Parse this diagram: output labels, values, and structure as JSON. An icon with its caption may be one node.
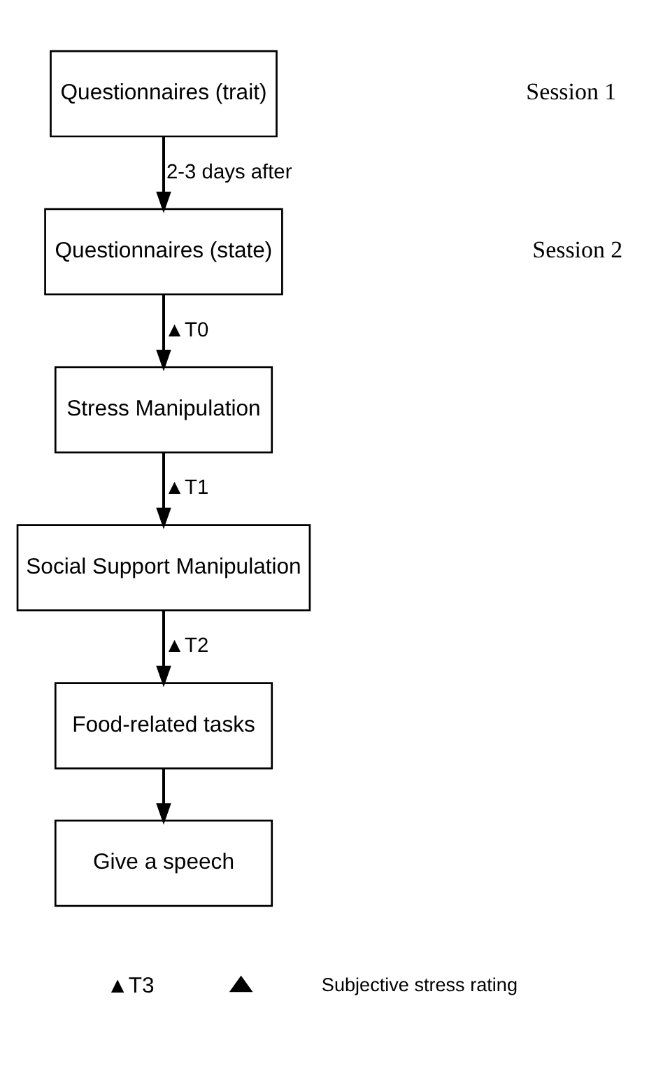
{
  "diagram": {
    "nodes": [
      {
        "text": [
          "Questionnaires (trait)"
        ]
      },
      {
        "text": [
          "Questionnaires (state)"
        ]
      },
      {
        "text": [
          "Stress Manipulation"
        ]
      },
      {
        "text": [
          "Social Support Manipulation"
        ]
      },
      {
        "text": [
          "Food-related tasks"
        ]
      },
      {
        "text": [
          "Give a speech"
        ],
        "beside": [
          "▲T3"
        ]
      }
    ],
    "edges": [
      {
        "from": 0,
        "to": 1,
        "arrow": "to",
        "label": "2-3 days after"
      },
      {
        "from": 1,
        "to": 2,
        "arrow": "to",
        "label": "▲T0"
      },
      {
        "from": 2,
        "to": 3,
        "arrow": "to",
        "label": "▲T1"
      },
      {
        "from": 3,
        "to": 4,
        "arrow": "to",
        "label": "▲T2"
      },
      {
        "from": 4,
        "to": 5,
        "arrow": "to"
      }
    ],
    "labels": [
      "Session 1",
      "Session 2"
    ],
    "legend": [
      {
        "text": "Subjective stress rating"
      }
    ]
  }
}
